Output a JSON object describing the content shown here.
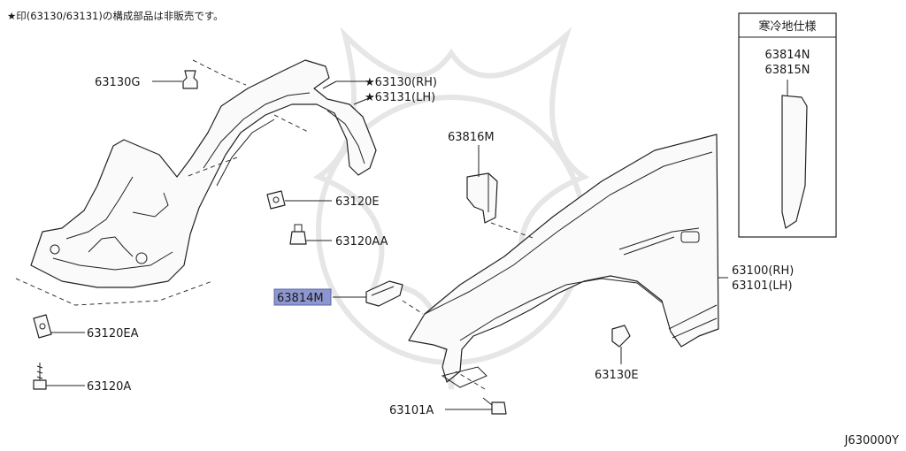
{
  "header_note": "★印(63130/63131)の構成部品は非販売です。",
  "inset": {
    "title": "寒冷地仕様",
    "parts": [
      "63814N",
      "63815N"
    ]
  },
  "parts": {
    "p63130G": "63130G",
    "p63130RH": "★63130(RH)",
    "p63131LH": "★63131(LH)",
    "p63816M": "63816M",
    "p63120E": "63120E",
    "p63120AA": "63120AA",
    "p63814M": "63814M",
    "p63100RH": "63100(RH)",
    "p63101LH": "63101(LH)",
    "p63120EA": "63120EA",
    "p63120A": "63120A",
    "p63130E": "63130E",
    "p63101A": "63101A"
  },
  "diagram_id": "J630000Y",
  "colors": {
    "highlight": "#8e96cf"
  }
}
